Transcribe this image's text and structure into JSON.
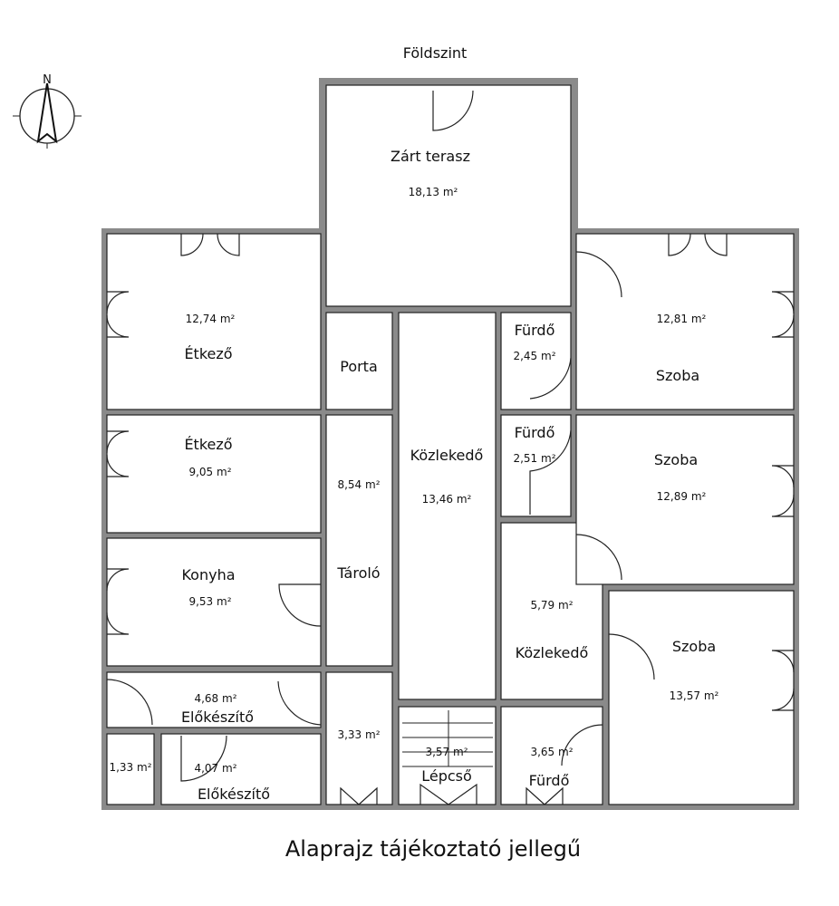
{
  "title": "Földszint",
  "compass": {
    "label": "N"
  },
  "caption": "Alaprajz tájékoztató jellegű",
  "rooms": [
    {
      "name": "Zárt terasz",
      "area": "18,13 m²"
    },
    {
      "name": "Étkező",
      "area": "12,74 m²"
    },
    {
      "name": "Étkező",
      "area": "9,05 m²"
    },
    {
      "name": "Konyha",
      "area": "9,53 m²"
    },
    {
      "name": "Előkészítő",
      "area": "4,68 m²"
    },
    {
      "name": "",
      "area": "1,33 m²"
    },
    {
      "name": "Előkészítő",
      "area": "4,07 m²"
    },
    {
      "name": "Porta",
      "area": ""
    },
    {
      "name": "Tároló",
      "area": "8,54 m²"
    },
    {
      "name": "",
      "area": "3,33 m²"
    },
    {
      "name": "Közlekedő",
      "area": "13,46 m²"
    },
    {
      "name": "Lépcső",
      "area": "3,57 m²"
    },
    {
      "name": "Fürdő",
      "area": "2,45 m²"
    },
    {
      "name": "Fürdő",
      "area": "2,51 m²"
    },
    {
      "name": "Közlekedő",
      "area": "5,79 m²"
    },
    {
      "name": "Fürdő",
      "area": "3,65 m²"
    },
    {
      "name": "Szoba",
      "area": "12,81 m²"
    },
    {
      "name": "Szoba",
      "area": "12,89 m²"
    },
    {
      "name": "Szoba",
      "area": "13,57 m²"
    }
  ]
}
